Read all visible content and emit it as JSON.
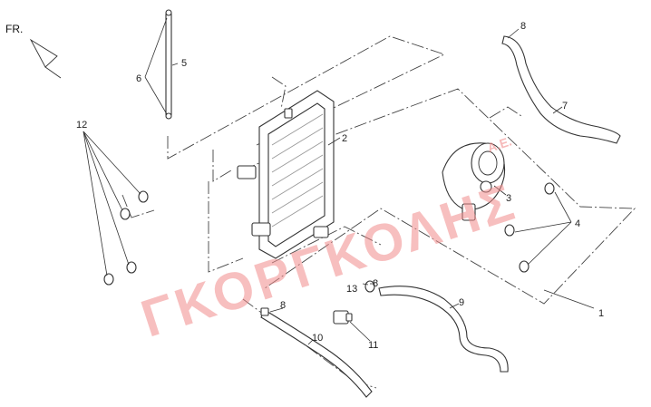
{
  "direction_label": "FR.",
  "watermark": {
    "text": "ΓΚΟΡΓΚΟΛΗΣ",
    "suffix": "Α.Ε."
  },
  "callouts": {
    "c1": "1",
    "c2": "2",
    "c3": "3",
    "c4": "4",
    "c5": "5",
    "c6": "6",
    "c7": "7",
    "c8a": "8",
    "c8b": "8",
    "c8c": "8",
    "c9": "9",
    "c10": "10",
    "c11": "11",
    "c12": "12",
    "c13": "13"
  }
}
